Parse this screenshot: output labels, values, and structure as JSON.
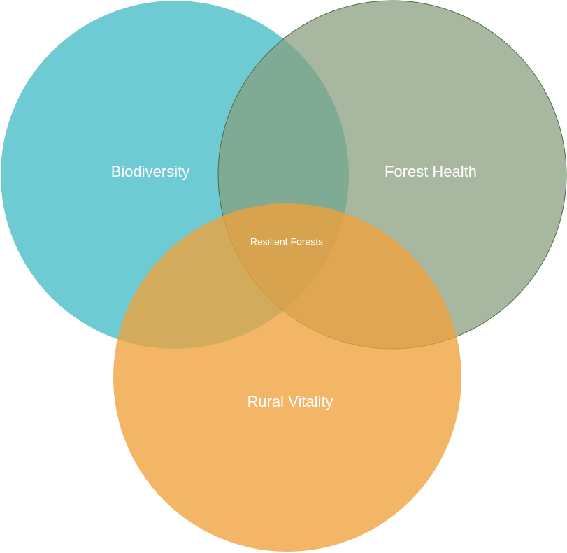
{
  "venn": {
    "sets": [
      {
        "id": "biodiversity",
        "label": "Biodiversity",
        "color": "#45bcc6"
      },
      {
        "id": "forest-health",
        "label": "Forest Health",
        "color": "#879c7c"
      },
      {
        "id": "rural-vitality",
        "label": "Rural Vitality",
        "color": "#f0a13c"
      }
    ],
    "intersection": {
      "label": "Resilient Forests"
    }
  }
}
